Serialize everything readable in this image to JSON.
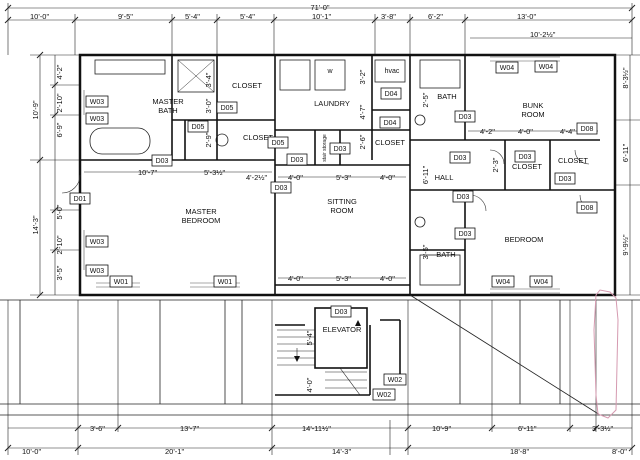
{
  "top_dimensions": {
    "overall": "71'-0\"",
    "row2": [
      "10'-0\"",
      "9'-5\"",
      "5'-4\"",
      "5'-4\"",
      "10'-1\"",
      "3'-8\"",
      "6'-2\"",
      "13'-0\""
    ],
    "extra": "10'-2½\""
  },
  "bottom_dimensions": {
    "row1": [
      "3'-6\"",
      "13'-7\"",
      "14'-11½\"",
      "10'-9\"",
      "6'-11\"",
      "3'-3½\""
    ],
    "row2": [
      "10'-0\"",
      "20'-1\"",
      "14'-3\"",
      "18'-8\"",
      "8'-0\""
    ]
  },
  "left_dimensions": {
    "outer": [
      "10'-9\"",
      "14'-3\""
    ],
    "inner": [
      "4'-2\"",
      "2'-10\"",
      "6'-9\"",
      "5'-0\"",
      "2'-10\"",
      "3'-5\""
    ]
  },
  "right_dimensions": [
    "8'-3½\"",
    "6'-11\"",
    "9'-9½\""
  ],
  "rooms": {
    "master_bath": [
      "MASTER",
      "BATH"
    ],
    "closet_top": "CLOSET",
    "closet_mid": "CLOSET",
    "laundry": "LAUNDRY",
    "hvac": "hvac",
    "washer": "w",
    "stair_storage": "stair storage",
    "closet_laundry": "CLOSET",
    "bath_top": "BATH",
    "bunk_room": [
      "BUNK",
      "ROOM"
    ],
    "hall": "HALL",
    "closet_hall": "CLOSET",
    "closet_right": "CLOSET",
    "sitting_room": [
      "SITTING",
      "ROOM"
    ],
    "master_bedroom": [
      "MASTER",
      "BEDROOM"
    ],
    "bedroom": "BEDROOM",
    "bath_bottom": "BATH",
    "elevator": "ELEVATOR"
  },
  "interior_dimensions": {
    "bath_w1": "10'-7\"",
    "closet_w": "5'-3½\"",
    "closet_w2": "4'-2½\"",
    "sitting_top": [
      "4'-0\"",
      "5'-3\"",
      "4'-0\""
    ],
    "sitting_bottom": [
      "4'-0\"",
      "5'-3\"",
      "4'-0\""
    ],
    "bunk": [
      "4'-2\"",
      "4'-0\"",
      "4'-4\""
    ],
    "hall_height": "6'-11\"",
    "hall_small": "2'-3\"",
    "laundry_v1": "3'-2\"",
    "laundry_v2": "4'-7\"",
    "laundry_v3": "2'-6\"",
    "bath_small": "3'-4\"",
    "bath_small2": "3'-0\"",
    "bath_small3": "2'-9\"",
    "bath_top_v": "2'-5\"",
    "bath_bottom_v": "3'-5\"",
    "elevator_v": "5'-4\"",
    "stair_v": "4'-0\""
  },
  "tags": {
    "W01": "W01",
    "W02": "W02",
    "W03": "W03",
    "W04": "W04",
    "D01": "D01",
    "D03": "D03",
    "D04": "D04",
    "D05": "D05",
    "D08": "D08"
  }
}
